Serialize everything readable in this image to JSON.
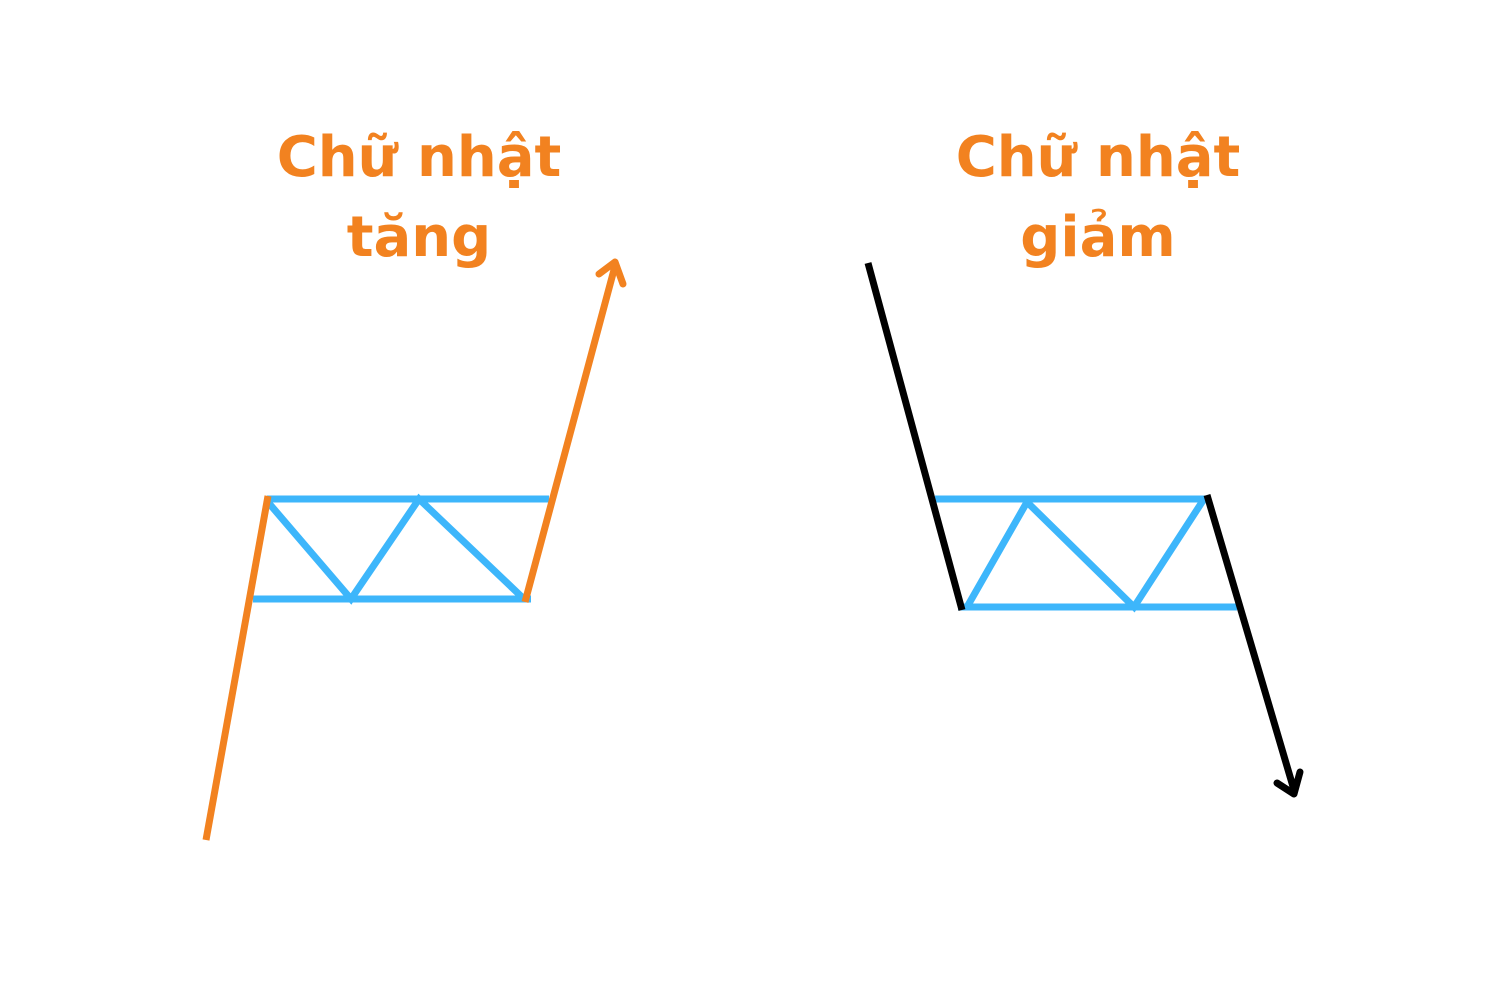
{
  "colors": {
    "background": "#ffffff",
    "title": "#f28220",
    "bullish_trend": "#f28220",
    "bearish_trend": "#000000",
    "rectangle": "#3db6fb"
  },
  "patterns": [
    {
      "title_line1": "Chữ nhật",
      "title_line2": "tăng",
      "direction": "bullish"
    },
    {
      "title_line1": "Chữ nhật",
      "title_line2": "giảm",
      "direction": "bearish"
    }
  ]
}
